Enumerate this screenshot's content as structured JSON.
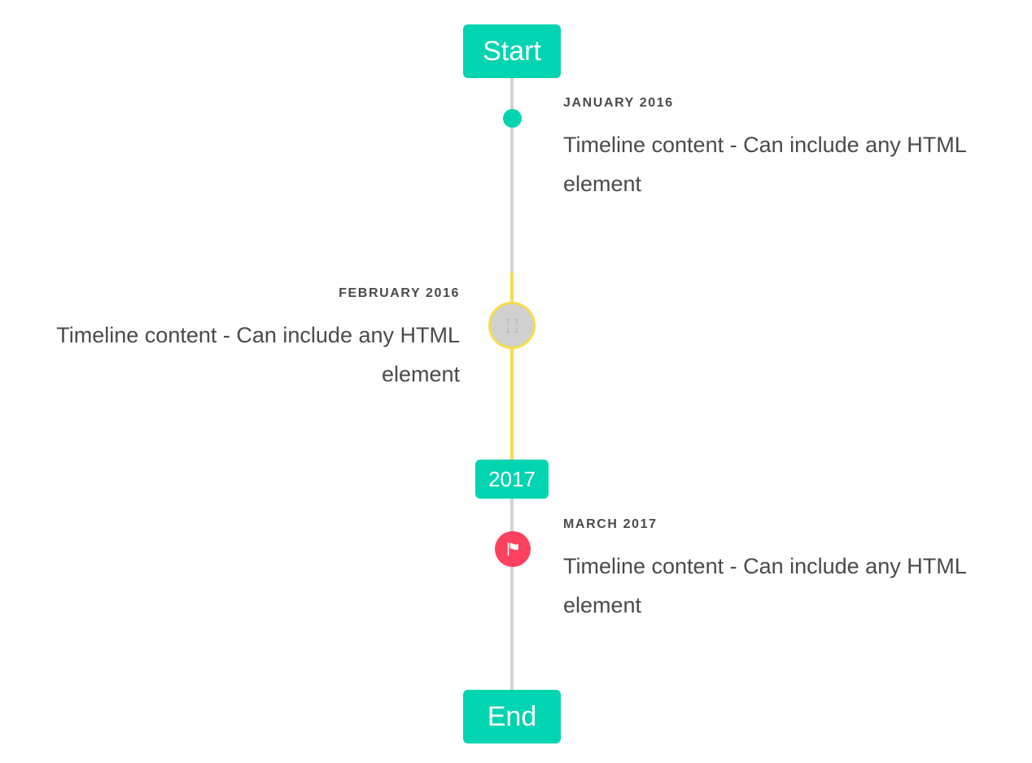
{
  "theme": {
    "background": "#ffffff",
    "accent_teal": "#00d4b0",
    "accent_yellow": "#f7db4a",
    "accent_pink": "#fc415f",
    "line_gray": "#d2d2d2",
    "marker_gray": "#d0d0d0",
    "text_color": "#4a4a4a"
  },
  "timeline": {
    "start_label": "Start",
    "end_label": "End",
    "middle_badge_label": "2017",
    "entries": [
      {
        "id": "january-2016",
        "date": "JANUARY 2016",
        "body": "Timeline content - Can include any HTML element",
        "side": "right",
        "marker": "dot-icon"
      },
      {
        "id": "february-2016",
        "date": "FEBRUARY 2016",
        "body": "Timeline content - Can include any HTML element",
        "side": "left",
        "marker": "missing-glyph-icon"
      },
      {
        "id": "march-2017",
        "date": "MARCH 2017",
        "body": "Timeline content - Can include any HTML element",
        "side": "right",
        "marker": "flag-icon"
      }
    ]
  }
}
